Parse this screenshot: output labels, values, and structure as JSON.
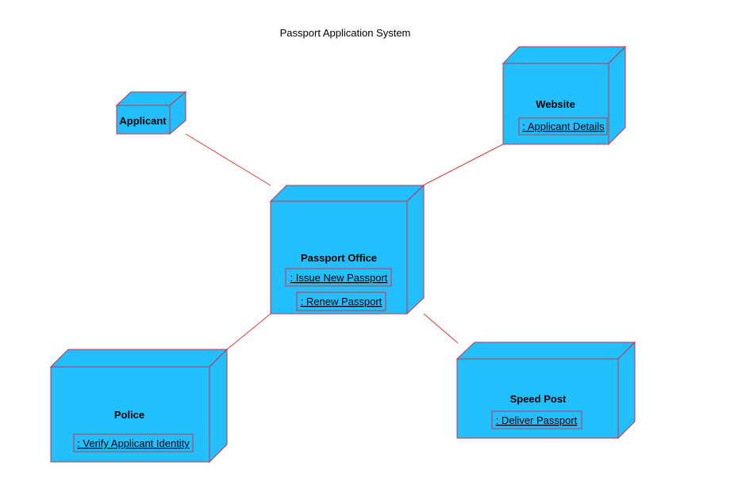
{
  "diagram": {
    "title": "Passport Application System",
    "colors": {
      "node_fill": "#23bffc",
      "node_stroke": "#c8334a",
      "connector": "#e03a3a",
      "text": "#000000"
    },
    "nodes": {
      "applicant": {
        "name": "Applicant",
        "artifacts": []
      },
      "website": {
        "name": "Website",
        "artifacts": [
          ": Applicant Details"
        ]
      },
      "passport_office": {
        "name": "Passport Office",
        "artifacts": [
          ": Issue New Passport",
          ": Renew Passport"
        ]
      },
      "police": {
        "name": "Police",
        "artifacts": [
          ": Verify Applicant Identity"
        ]
      },
      "speed_post": {
        "name": "Speed Post",
        "artifacts": [
          ": Deliver Passport"
        ]
      }
    },
    "connections": [
      {
        "from": "applicant",
        "to": "passport_office"
      },
      {
        "from": "website",
        "to": "passport_office"
      },
      {
        "from": "police",
        "to": "passport_office"
      },
      {
        "from": "speed_post",
        "to": "passport_office"
      }
    ]
  }
}
